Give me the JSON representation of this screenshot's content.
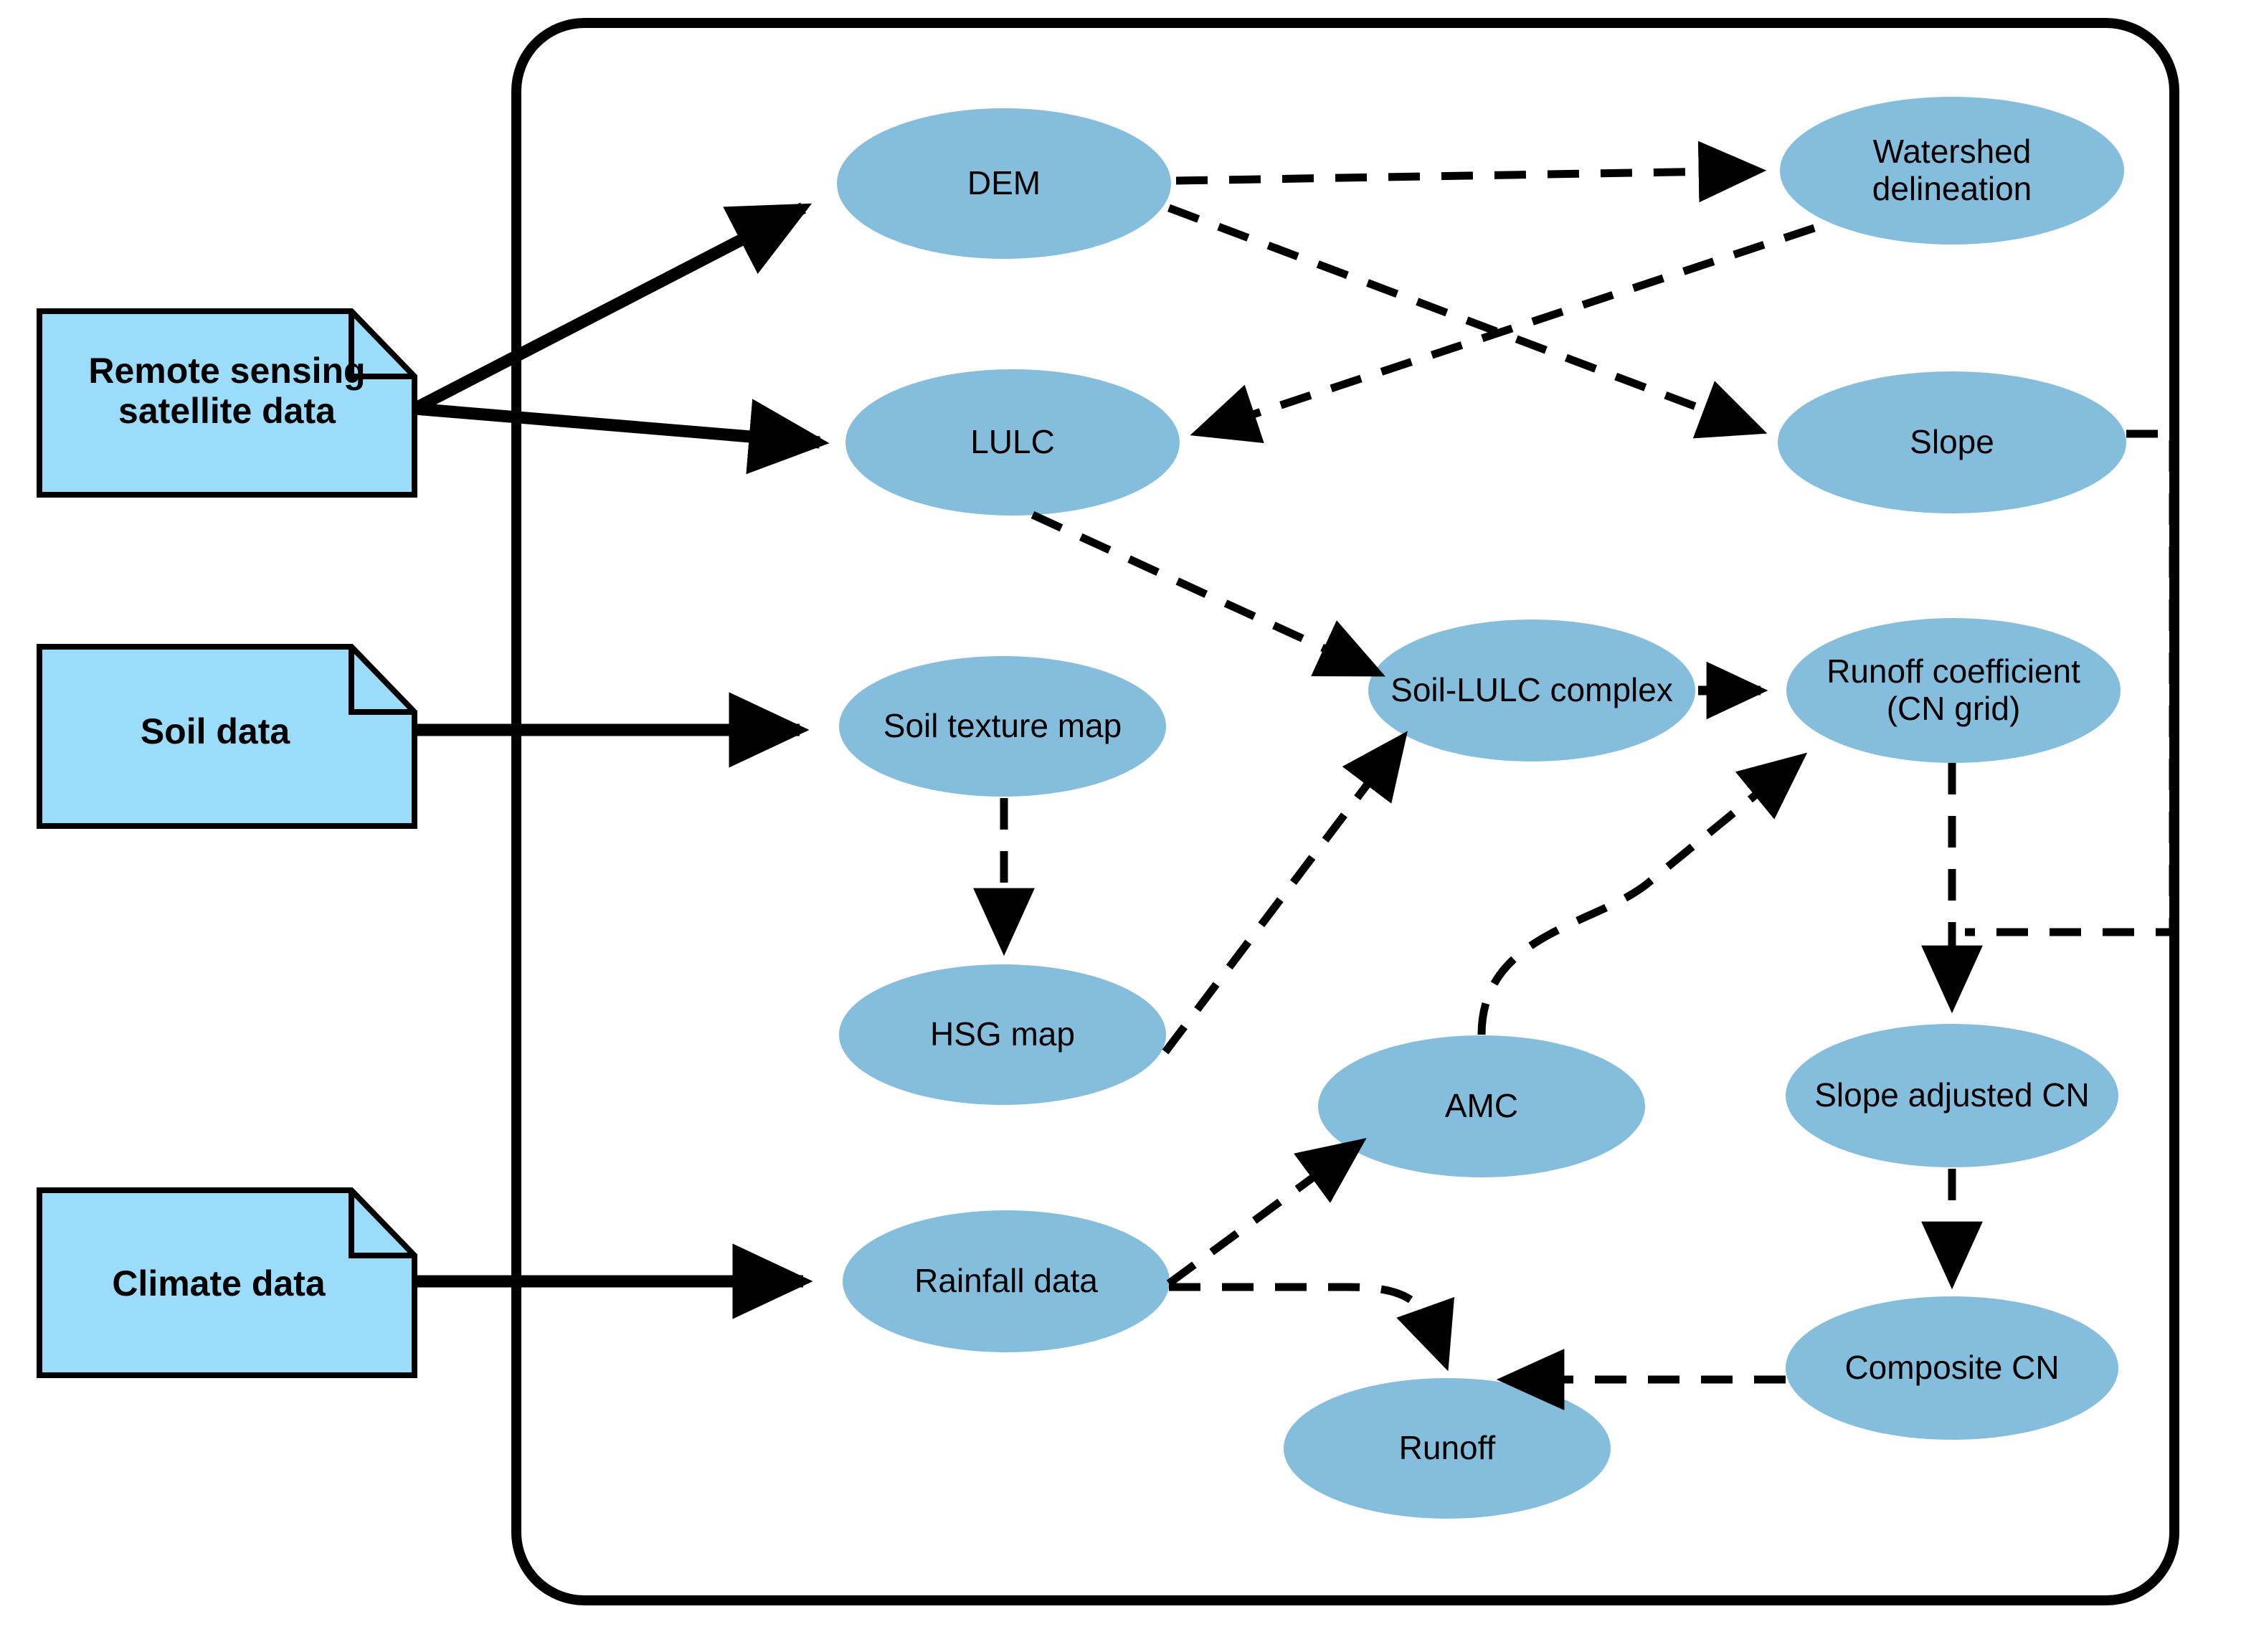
{
  "diagram": {
    "title": "Runoff estimation workflow (SCS-CN) flowchart",
    "type": "flowchart",
    "colors": {
      "ellipse_fill": "#84bedc",
      "document_fill": "#9bdcfa",
      "stroke": "#000000",
      "background": "#ffffff"
    }
  },
  "input_documents": [
    {
      "id": "remote-sensing-satellite-data",
      "label": "Remote sensing\nsatellite data"
    },
    {
      "id": "soil-data",
      "label": "Soil data"
    },
    {
      "id": "climate-data",
      "label": "Climate data"
    }
  ],
  "process_nodes": [
    {
      "id": "dem",
      "label": "DEM"
    },
    {
      "id": "watershed-delineation",
      "label": "Watershed\ndelineation"
    },
    {
      "id": "lulc",
      "label": "LULC"
    },
    {
      "id": "slope",
      "label": "Slope"
    },
    {
      "id": "soil-texture-map",
      "label": "Soil texture map"
    },
    {
      "id": "soil-lulc-complex",
      "label": "Soil-LULC complex"
    },
    {
      "id": "runoff-coefficient",
      "label": "Runoff coefficient\n(CN grid)"
    },
    {
      "id": "hsg-map",
      "label": "HSG map"
    },
    {
      "id": "amc",
      "label": "AMC"
    },
    {
      "id": "slope-adjusted-cn",
      "label": "Slope adjusted CN"
    },
    {
      "id": "rainfall-data",
      "label": "Rainfall data"
    },
    {
      "id": "composite-cn",
      "label": "Composite CN"
    },
    {
      "id": "runoff",
      "label": "Runoff"
    }
  ],
  "edges": [
    {
      "from": "remote-sensing-satellite-data",
      "to": "dem",
      "style": "solid"
    },
    {
      "from": "remote-sensing-satellite-data",
      "to": "lulc",
      "style": "solid"
    },
    {
      "from": "soil-data",
      "to": "soil-texture-map",
      "style": "solid"
    },
    {
      "from": "climate-data",
      "to": "rainfall-data",
      "style": "solid"
    },
    {
      "from": "dem",
      "to": "watershed-delineation",
      "style": "dashed"
    },
    {
      "from": "dem",
      "to": "slope",
      "style": "dashed"
    },
    {
      "from": "watershed-delineation",
      "to": "lulc",
      "style": "dashed"
    },
    {
      "from": "lulc",
      "to": "soil-lulc-complex",
      "style": "dashed"
    },
    {
      "from": "soil-texture-map",
      "to": "hsg-map",
      "style": "dashed"
    },
    {
      "from": "hsg-map",
      "to": "soil-lulc-complex",
      "style": "dashed"
    },
    {
      "from": "soil-lulc-complex",
      "to": "runoff-coefficient",
      "style": "solid"
    },
    {
      "from": "amc",
      "to": "runoff-coefficient",
      "style": "dashed"
    },
    {
      "from": "slope",
      "to": "slope-adjusted-cn",
      "style": "dashed"
    },
    {
      "from": "runoff-coefficient",
      "to": "slope-adjusted-cn",
      "style": "dashed"
    },
    {
      "from": "slope-adjusted-cn",
      "to": "composite-cn",
      "style": "dashed"
    },
    {
      "from": "composite-cn",
      "to": "runoff",
      "style": "dashed"
    },
    {
      "from": "rainfall-data",
      "to": "amc",
      "style": "dashed"
    },
    {
      "from": "rainfall-data",
      "to": "runoff",
      "style": "dashed"
    }
  ]
}
